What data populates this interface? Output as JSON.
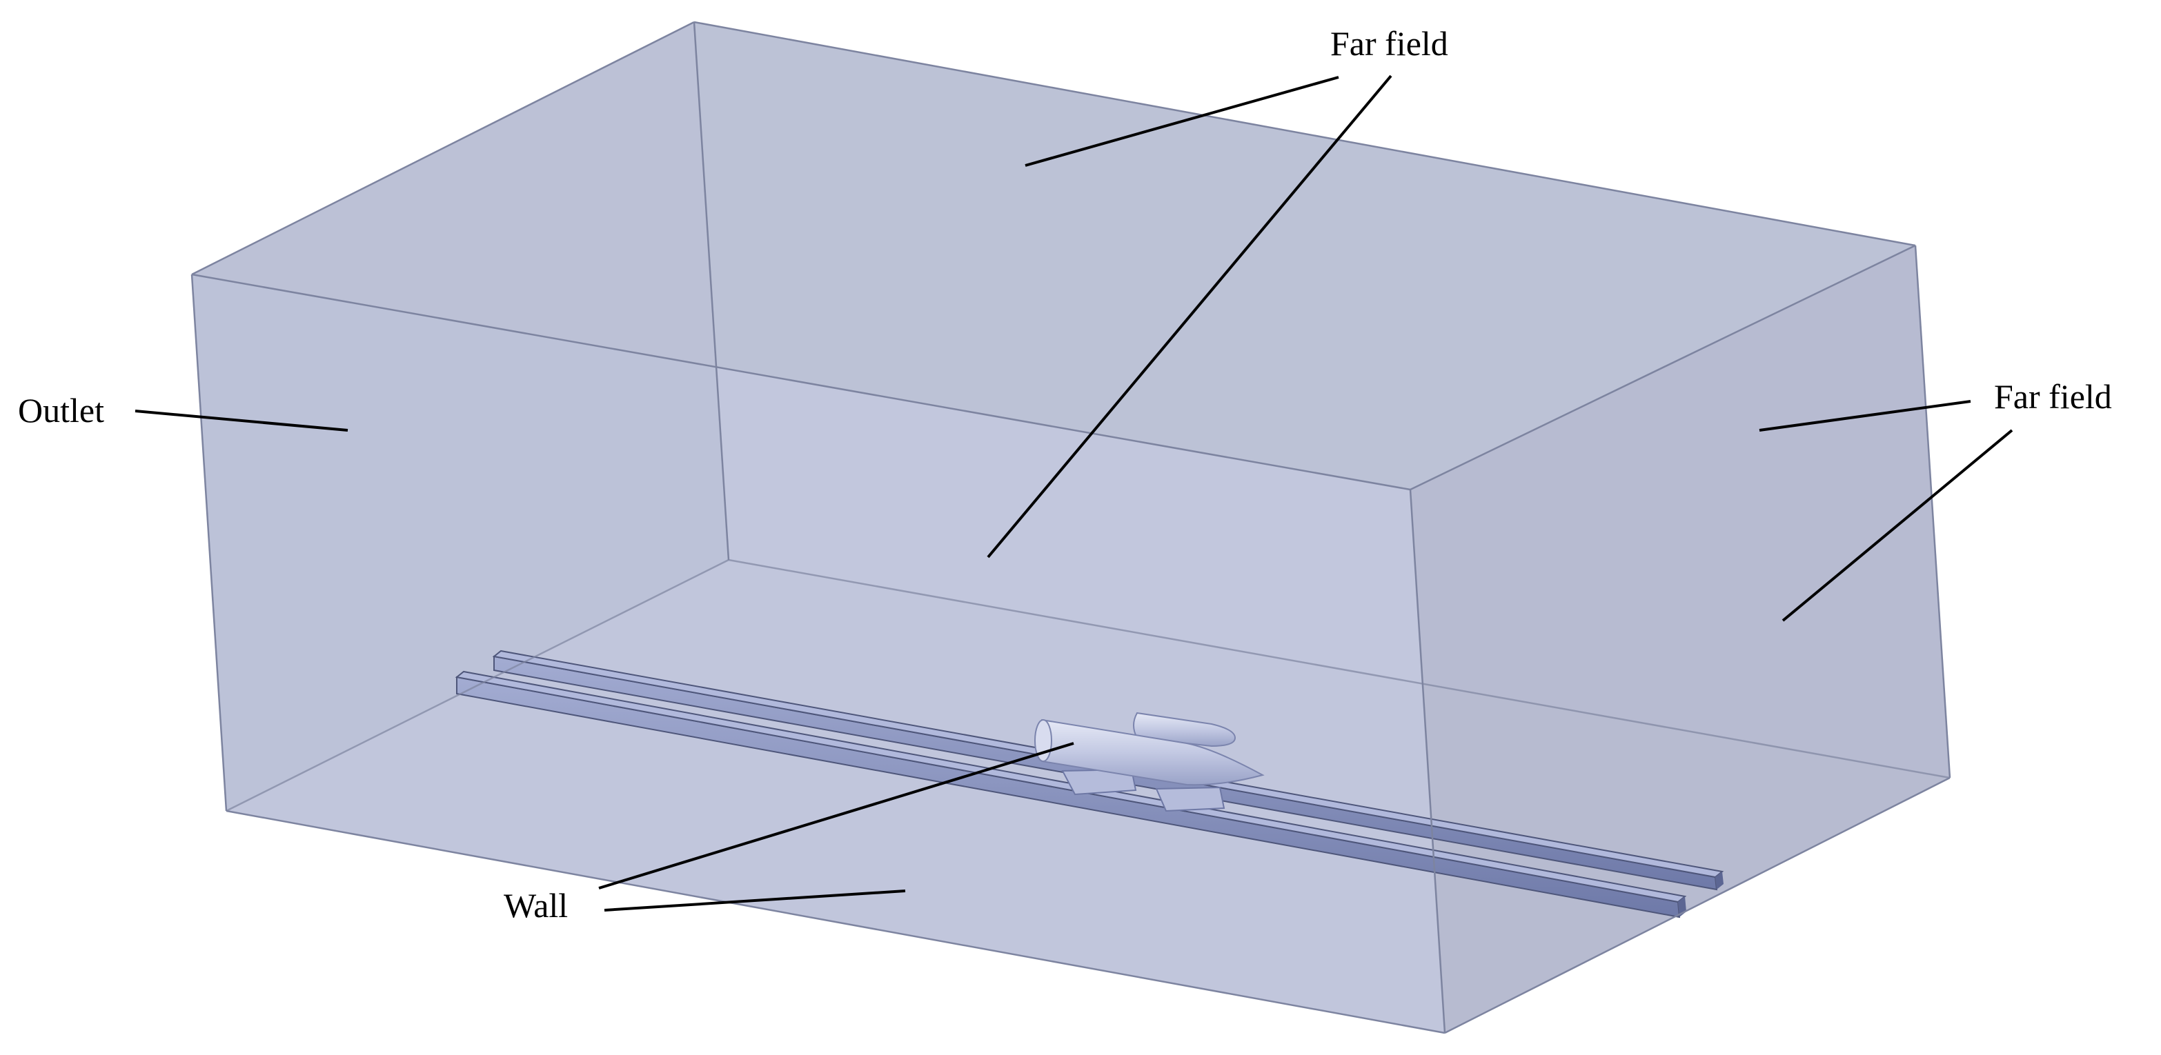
{
  "labels": {
    "far_field_top": "Far field",
    "far_field_right": "Far field",
    "outlet": "Outlet",
    "wall": "Wall"
  },
  "colors": {
    "domain_fill": "#bcc3d8",
    "domain_edge": "#7d84a0",
    "rail": "#7b86b4",
    "vehicle": "#c7cde6",
    "leader_line": "#000000",
    "background": "#ffffff"
  }
}
